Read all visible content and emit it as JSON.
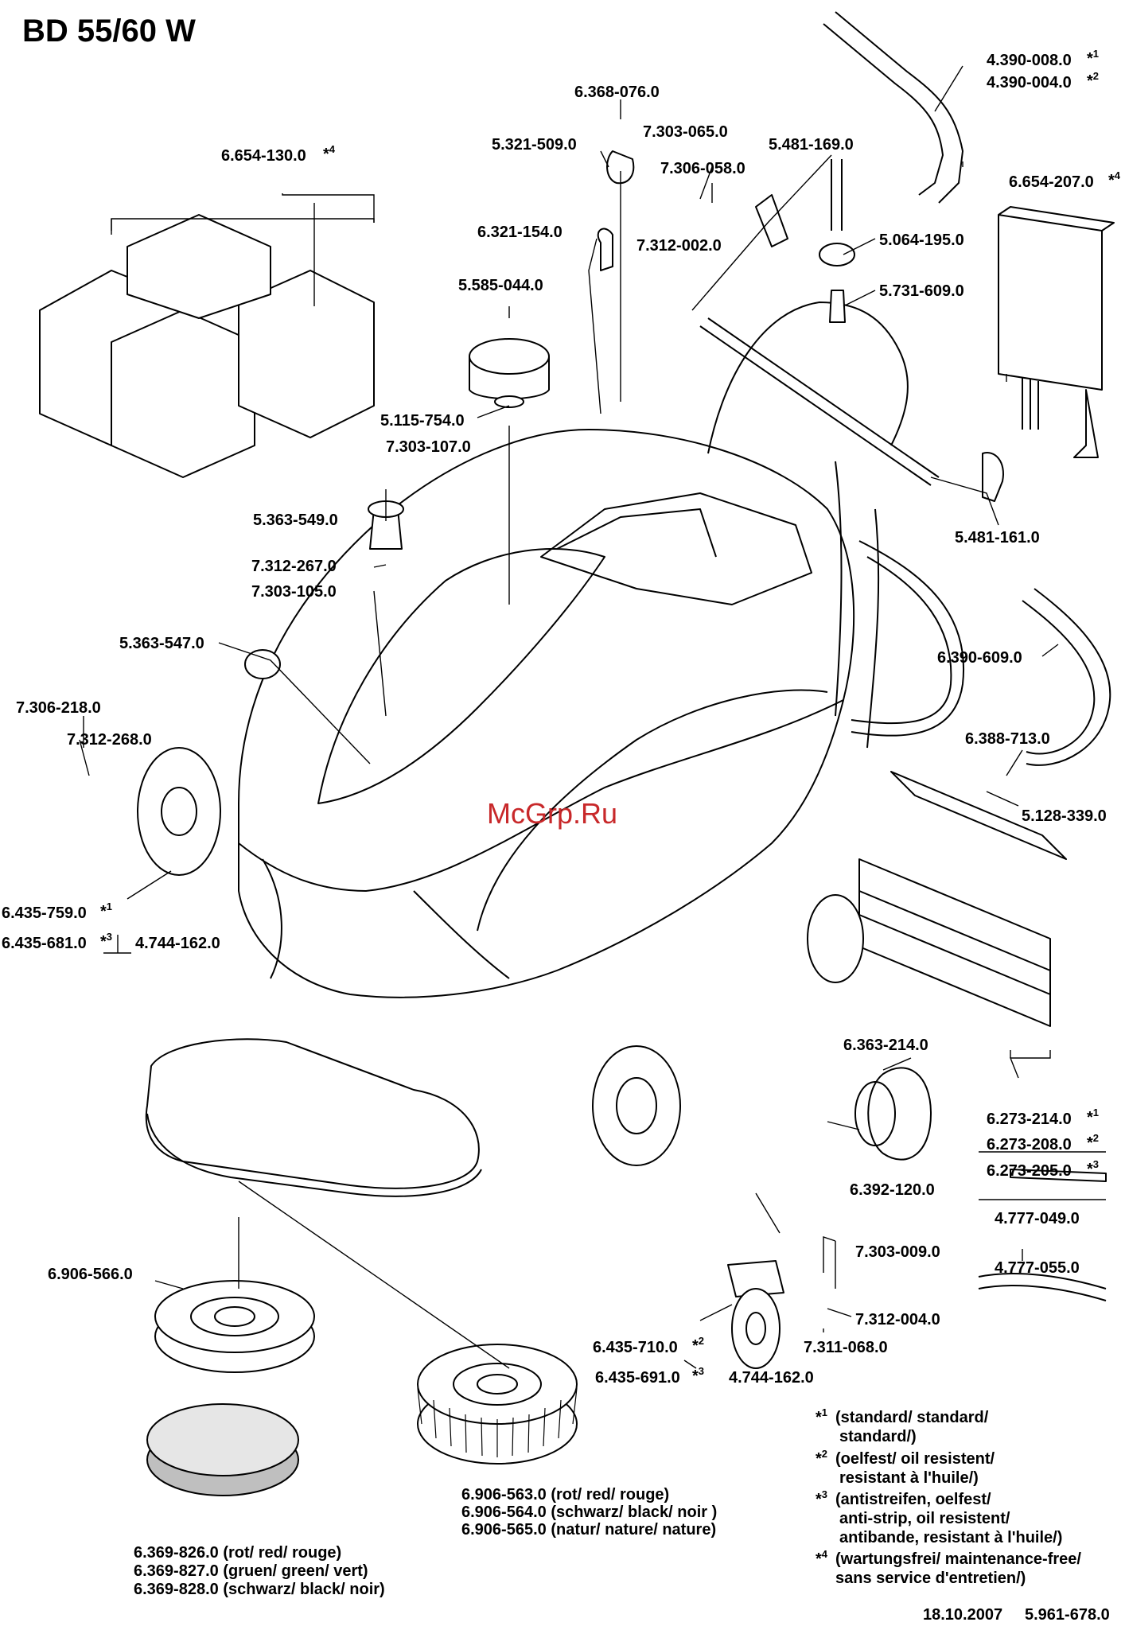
{
  "title": "BD 55/60 W",
  "watermark": "McGrp.Ru",
  "footer": {
    "date": "18.10.2007",
    "doc_number": "5.961-678.0"
  },
  "labels": {
    "p4390008": "4.390-008.0",
    "p4390004": "4.390-004.0",
    "p6368076": "6.368-076.0",
    "p7303065": "7.303-065.0",
    "p5321509": "5.321-509.0",
    "p5481169": "5.481-169.0",
    "p6654130": "6.654-130.0",
    "p7306058": "7.306-058.0",
    "p6654207": "6.654-207.0",
    "p7312002": "7.312-002.0",
    "p6321154": "6.321-154.0",
    "p5064195": "5.064-195.0",
    "p5585044": "5.585-044.0",
    "p5731609": "5.731-609.0",
    "p5115754": "5.115-754.0",
    "p7303107": "7.303-107.0",
    "p5363549": "5.363-549.0",
    "p5481161": "5.481-161.0",
    "p7312267": "7.312-267.0",
    "p7303105": "7.303-105.0",
    "p5363547": "5.363-547.0",
    "p6390609": "6.390-609.0",
    "p7306218": "7.306-218.0",
    "p7312268": "7.312-268.0",
    "p6388713": "6.388-713.0",
    "p5128339": "5.128-339.0",
    "p6435759": "6.435-759.0",
    "p6435681": "6.435-681.0",
    "p4744162a": "4.744-162.0",
    "p6363214": "6.363-214.0",
    "p6273214": "6.273-214.0",
    "p6273208": "6.273-208.0",
    "p6273205": "6.273-205.0",
    "p6392120": "6.392-120.0",
    "p4777049": "4.777-049.0",
    "p7303009": "7.303-009.0",
    "p4777055": "4.777-055.0",
    "p6906566": "6.906-566.0",
    "p7312004": "7.312-004.0",
    "p6435710": "6.435-710.0",
    "p7311068": "7.311-068.0",
    "p6435691": "6.435-691.0",
    "p4744162b": "4.744-162.0",
    "brush1": "6.906-563.0 (rot/ red/ rouge)",
    "brush2": "6.906-564.0 (schwarz/ black/ noir )",
    "brush3": "6.906-565.0 (natur/ nature/ nature)",
    "pad1": "6.369-826.0 (rot/ red/ rouge)",
    "pad2": "6.369-827.0 (gruen/ green/ vert)",
    "pad3": "6.369-828.0 (schwarz/ black/ noir)"
  },
  "marks": {
    "m1": "*",
    "m2": "*",
    "m3": "*",
    "m4": "*",
    "s1": "1",
    "s2": "2",
    "s3": "3",
    "s4": "4"
  },
  "legend": [
    {
      "mark": "*",
      "num": "1",
      "lines": [
        "(standard/ standard/",
        "standard/)"
      ]
    },
    {
      "mark": "*",
      "num": "2",
      "lines": [
        "(oelfest/ oil resistent/",
        "resistant à l'huile/)"
      ]
    },
    {
      "mark": "*",
      "num": "3",
      "lines": [
        "(antistreifen, oelfest/",
        "anti-strip, oil resistent/",
        "antibande, resistant à l'huile/)"
      ]
    },
    {
      "mark": "*",
      "num": "4",
      "lines": [
        "(wartungsfrei/ maintenance-free/",
        "sans service d'entretien/)"
      ]
    }
  ]
}
